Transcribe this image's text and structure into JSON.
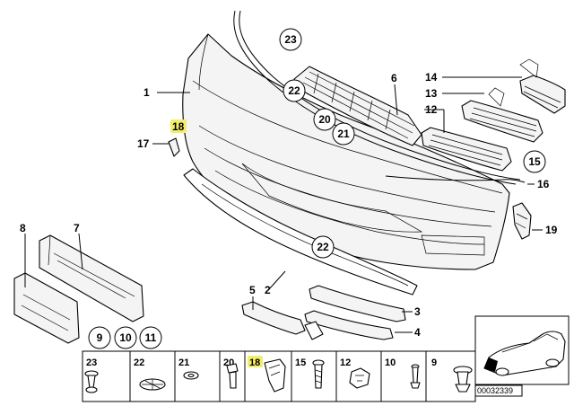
{
  "colors": {
    "highlight": "#f2ee6a",
    "line": "#000000",
    "background": "#ffffff"
  },
  "callouts": {
    "c1": "1",
    "c2": "2",
    "c3": "3",
    "c4": "4",
    "c5": "5",
    "c6": "6",
    "c7": "7",
    "c8": "8",
    "c12": "12",
    "c13": "13",
    "c14": "14",
    "c16": "16",
    "c17": "17",
    "c18": "18",
    "c19": "19"
  },
  "circled": {
    "c23": "23",
    "c22a": "22",
    "c20": "20",
    "c21": "21",
    "c15": "15",
    "c22b": "22",
    "c9": "9",
    "c10": "10",
    "c11": "11"
  },
  "fasteners": [
    "23",
    "22",
    "21",
    "20",
    "18",
    "15",
    "12",
    "10",
    "9"
  ],
  "catalog_number": "00032339"
}
